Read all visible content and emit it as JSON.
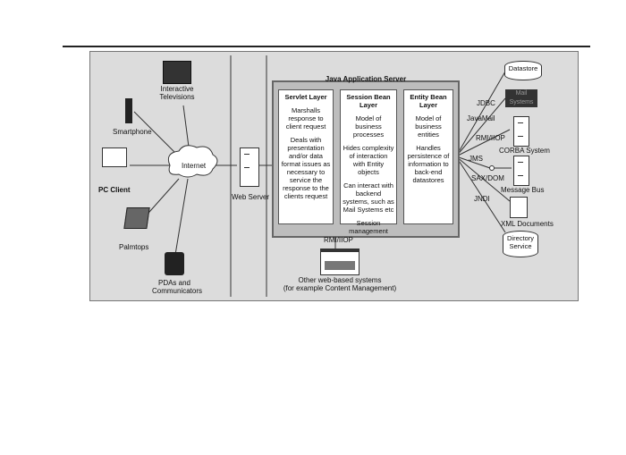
{
  "clients": {
    "tv": "Interactive Televisions",
    "smartphone": "Smartphone",
    "pc": "PC Client",
    "palmtops": "Palmtops",
    "pda": "PDAs and Communicators",
    "internet": "Internet"
  },
  "web_server": "Web Server",
  "app_server": {
    "title": "Java Application Server",
    "servlet": {
      "title": "Servlet Layer",
      "p1": "Marshalls response to client request",
      "p2": "Deals with presentation and/or data format issues as necessary to service the response to the clients request"
    },
    "session": {
      "title": "Session Bean Layer",
      "p1": "Model of business processes",
      "p2": "Hides complexity of interaction with Entity objects",
      "p3": "Can interact with backend systems, such as Mail Systems etc",
      "p4": "Session management"
    },
    "entity": {
      "title": "Entity Bean Layer",
      "p1": "Model of business entities",
      "p2": "Handles persistence of information to back-end datastores"
    }
  },
  "backends": {
    "datastore": "Datastore",
    "mail": "Mail Systems",
    "corba": "CORBA System",
    "bus": "Message Bus",
    "xml": "XML Documents",
    "directory": "Directory Service"
  },
  "protocols": {
    "jdbc": "JDBC",
    "javamail": "JavaMail",
    "rmi": "RMI/IIOP",
    "jms": "JMS",
    "sax": "SAX/DOM",
    "jndi": "JNDI",
    "rmi_bottom": "RMI/IIOP"
  },
  "other": {
    "line1": "Other web-based systems",
    "line2": "(for example Content Management)"
  }
}
